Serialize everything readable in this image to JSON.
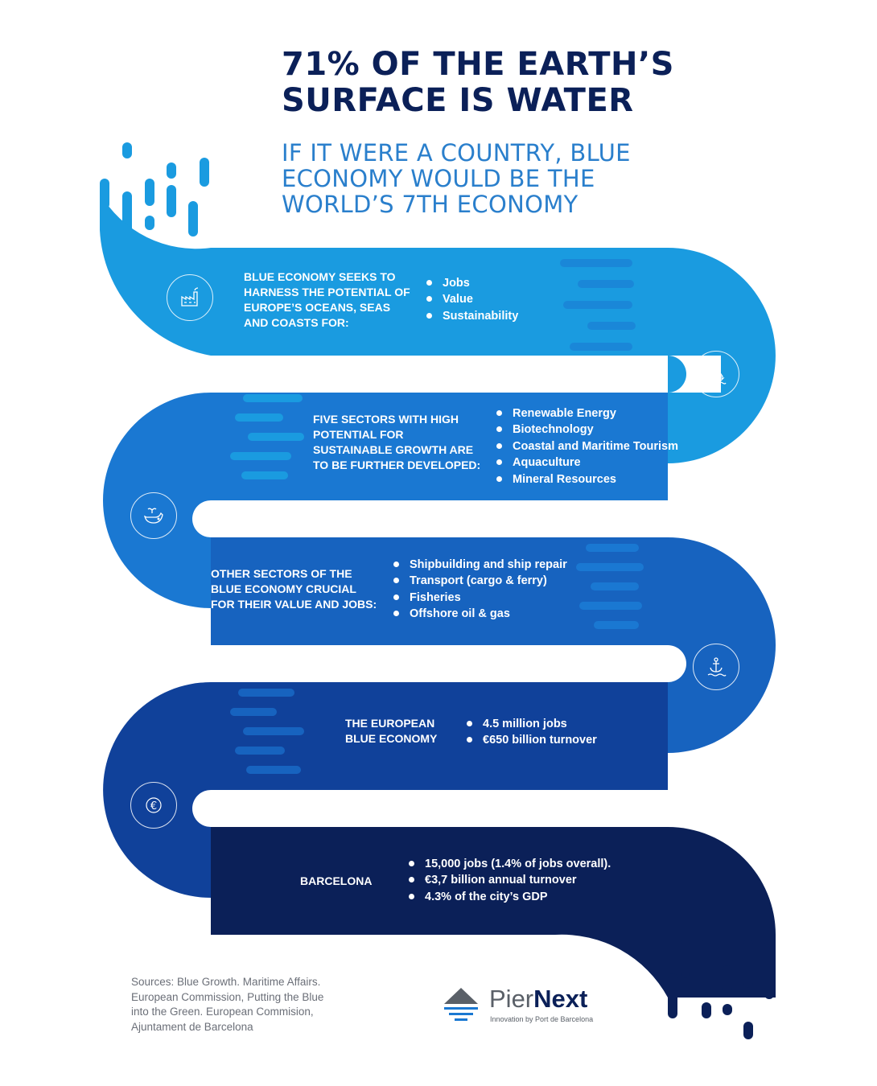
{
  "title_lines": [
    "71% OF THE EARTH’S",
    "SURFACE IS WATER"
  ],
  "subtitle_lines": [
    "IF IT WERE A COUNTRY, BLUE",
    "ECONOMY WOULD BE THE",
    "WORLD’S 7TH ECONOMY"
  ],
  "colors": {
    "band1": "#1a9be0",
    "band2": "#1a78d2",
    "band3": "#1763bf",
    "band4": "#10419a",
    "band5": "#0b2058",
    "title": "#0b2058",
    "subtitle": "#2a7fcc"
  },
  "bands": [
    {
      "label_lines": [
        "BLUE ECONOMY SEEKS TO",
        "HARNESS THE POTENTIAL OF",
        "EUROPE’S OCEANS, SEAS",
        "AND COASTS FOR:"
      ],
      "items": [
        "Jobs",
        "Value",
        "Sustainability"
      ],
      "icon": "factory-icon"
    },
    {
      "label_lines": [
        "FIVE SECTORS WITH HIGH",
        "POTENTIAL FOR",
        "SUSTAINABLE GROWTH ARE",
        "TO BE FURTHER DEVELOPED:"
      ],
      "items": [
        "Renewable Energy",
        "Biotechnology",
        "Coastal and Maritime Tourism",
        "Aquaculture",
        "Mineral Resources"
      ],
      "icon": "sailboat-icon"
    },
    {
      "label_lines": [
        "OTHER SECTORS OF THE",
        "BLUE ECONOMY CRUCIAL",
        "FOR THEIR VALUE AND JOBS:"
      ],
      "items": [
        "Shipbuilding and ship repair",
        "Transport (cargo & ferry)",
        "Fisheries",
        "Offshore oil & gas"
      ],
      "icon": "whale-icon"
    },
    {
      "label_lines": [
        "THE EUROPEAN",
        "BLUE ECONOMY"
      ],
      "items": [
        "4.5 million jobs",
        "€650 billion turnover"
      ],
      "icon": "anchor-icon"
    },
    {
      "label_lines": [
        "BARCELONA"
      ],
      "items": [
        "15,000 jobs (1.4% of jobs overall).",
        "€3,7 billion annual turnover",
        "4.3% of the city’s GDP"
      ],
      "icon": "euro-icon"
    }
  ],
  "icons": {
    "euro_symbol": "€"
  },
  "sources_lines": [
    "Sources: Blue Growth. Maritime Affairs.",
    "European Commission, Putting the Blue",
    "into the Green. European Commision,",
    "Ajuntament de Barcelona"
  ],
  "logo": {
    "name_light": "Pier",
    "name_bold": "Next",
    "tagline": "Innovation by Port de Barcelona"
  }
}
